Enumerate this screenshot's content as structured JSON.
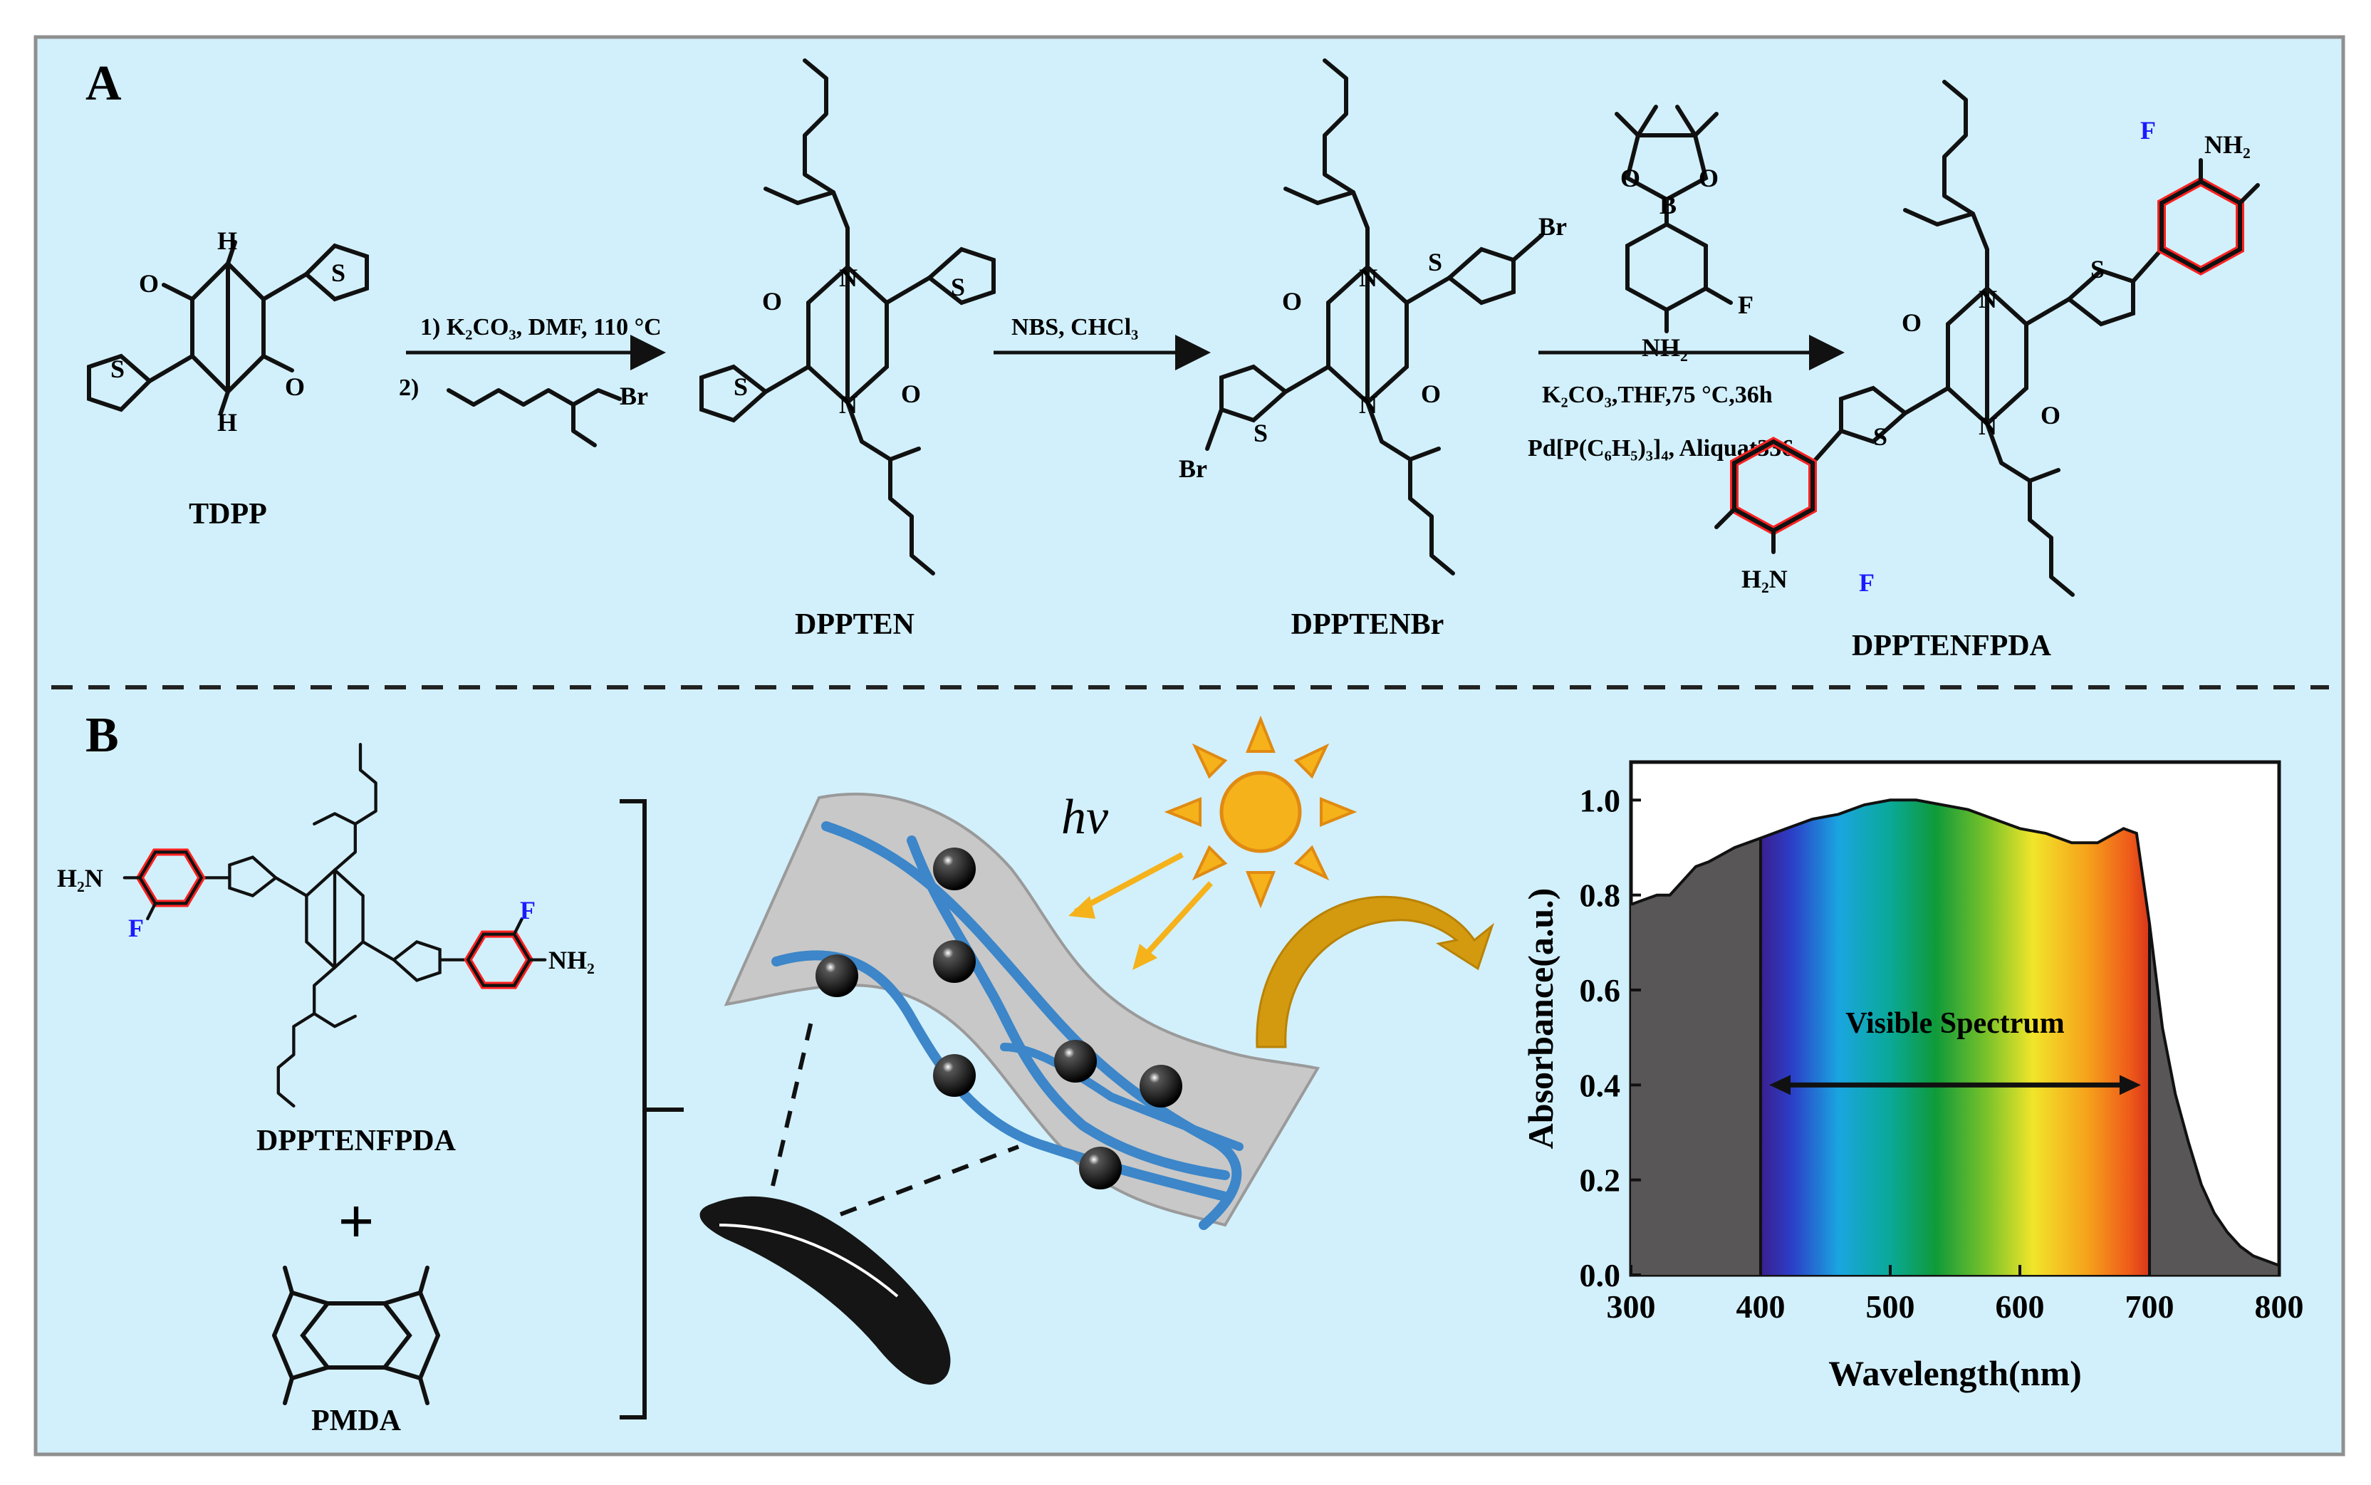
{
  "colors": {
    "background": "#d2f0fb",
    "border": "#8f8f8f",
    "highlight_ring": "#ff2222",
    "fluorine": "#1a1aff",
    "sun": "#f5b21b",
    "fiber": "#3c86c9",
    "sheet": "#c8c8c8",
    "absorbance_fill": "#585656",
    "arrow_gold": "#d39a10"
  },
  "panel_a": {
    "letter": "A",
    "compounds": {
      "tdpp": "TDPP",
      "dppten": "DPPTEN",
      "dpptenbr": "DPPTENBr",
      "dpptenfpda": "DPPTENFPDA"
    },
    "step1": {
      "line1": "1) K₂CO₃, DMF, 110 °C",
      "line2": "2)",
      "reagent_atom": "Br"
    },
    "step2": {
      "line1": "NBS, CHCl₃"
    },
    "step3": {
      "line1": "K₂CO₃,THF,75 °C,36h",
      "line2": "Pd[P(C₆H₅)₃]₄, Aliquat336",
      "reagent_atoms": {
        "o1": "O",
        "o2": "O",
        "b": "B",
        "f": "F",
        "nh2": "NH₂"
      }
    },
    "atoms": {
      "o": "O",
      "n": "N",
      "nh": "H",
      "s": "S",
      "br": "Br",
      "f": "F",
      "nh2": "NH₂",
      "h2n": "H₂N"
    }
  },
  "panel_b": {
    "letter": "B",
    "monomer1": "DPPTENFPDA",
    "plus": "+",
    "monomer2": "PMDA",
    "hv": "hν",
    "chart_data": {
      "type": "area",
      "xlabel": "Wavelength(nm)",
      "ylabel": "Absorbance(a.u.)",
      "xlim": [
        300,
        800
      ],
      "ylim": [
        0.0,
        1.08
      ],
      "xticks": [
        300,
        400,
        500,
        600,
        700,
        800
      ],
      "yticks": [
        "0.0",
        "0.2",
        "0.4",
        "0.6",
        "0.8",
        "1.0"
      ],
      "x": [
        300,
        310,
        320,
        330,
        340,
        350,
        360,
        380,
        400,
        420,
        440,
        460,
        480,
        500,
        520,
        540,
        560,
        580,
        600,
        620,
        640,
        660,
        680,
        690,
        700,
        710,
        720,
        730,
        740,
        750,
        760,
        770,
        780,
        790,
        800
      ],
      "y": [
        0.78,
        0.79,
        0.8,
        0.8,
        0.83,
        0.86,
        0.87,
        0.9,
        0.92,
        0.94,
        0.96,
        0.97,
        0.99,
        1.0,
        1.0,
        0.99,
        0.98,
        0.96,
        0.94,
        0.93,
        0.91,
        0.91,
        0.94,
        0.93,
        0.74,
        0.52,
        0.38,
        0.28,
        0.19,
        0.13,
        0.09,
        0.06,
        0.04,
        0.03,
        0.02
      ],
      "annotation": "Visible Spectrum",
      "visible_band": [
        400,
        700
      ],
      "grid": false
    }
  }
}
